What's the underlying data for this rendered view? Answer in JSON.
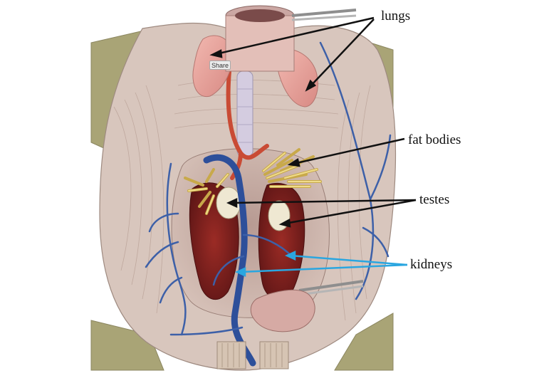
{
  "labels": {
    "lungs": "lungs",
    "fat_bodies": "fat bodies",
    "testes": "testes",
    "kidneys": "kidneys"
  },
  "share_button": {
    "label": "Share"
  },
  "colors": {
    "pointer_black": "#111111",
    "pointer_blue": "#2aa6e0",
    "tissue": "#cdb4aa",
    "skin": "#aaa476",
    "vein": "#2d4f9a",
    "artery": "#c94b35",
    "kidney": "#7a1f1e",
    "fat": "#e7d27a",
    "lung": "#e7a7a0",
    "testis": "#efe8d2"
  }
}
